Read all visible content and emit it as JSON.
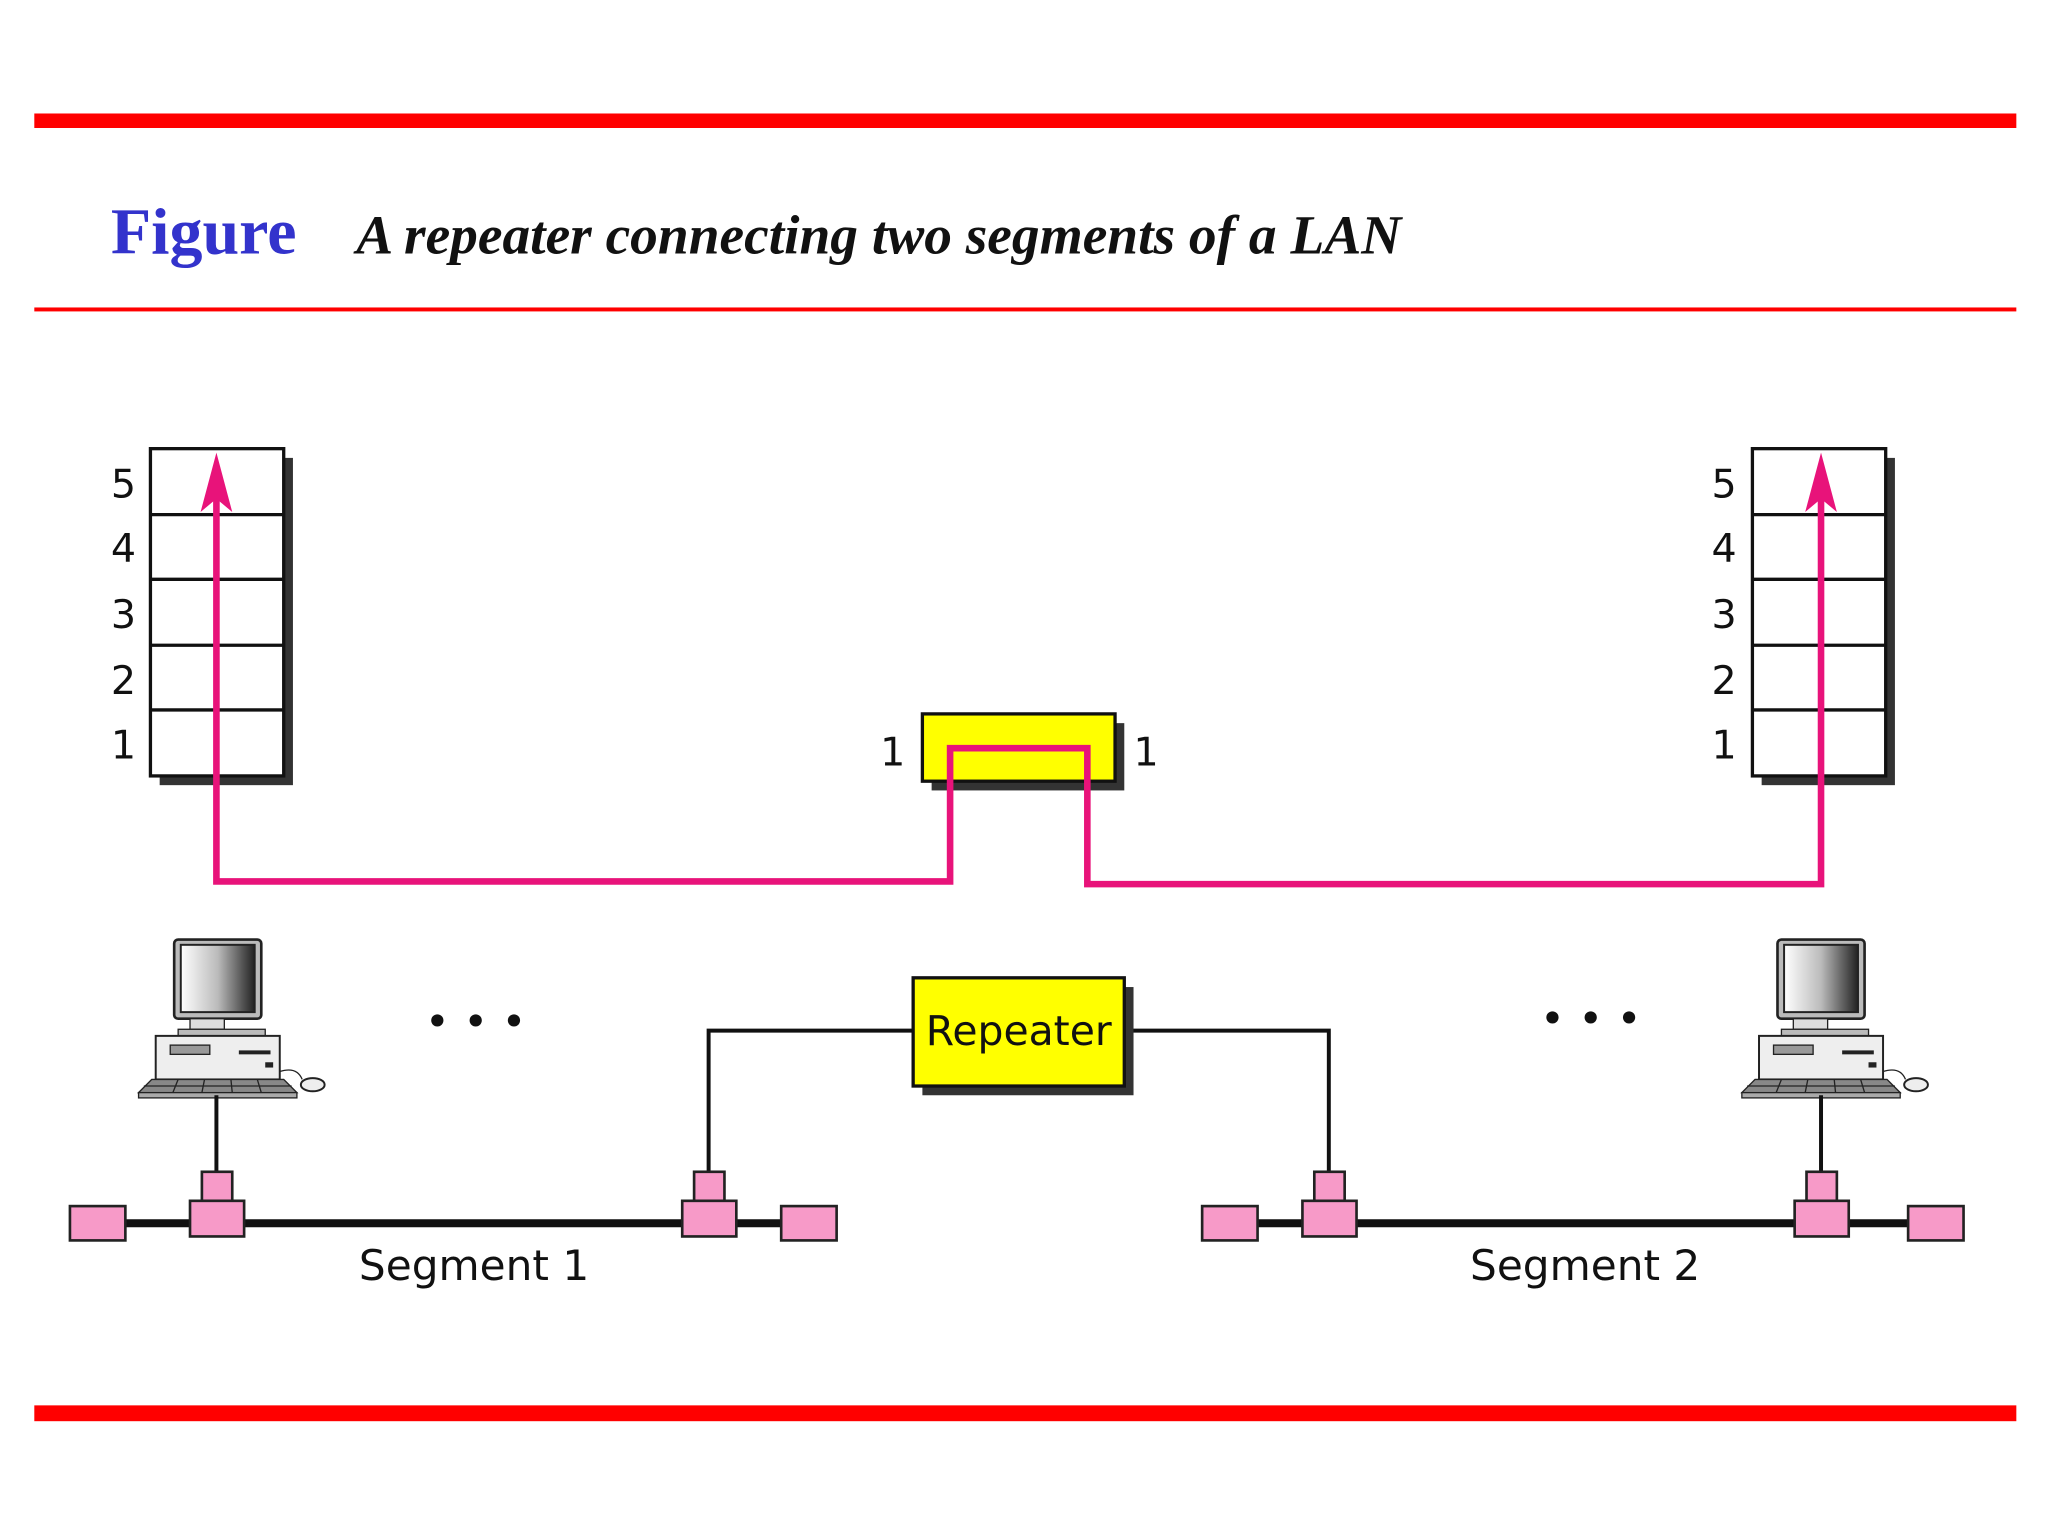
{
  "title": {
    "label": "Figure",
    "caption": "A repeater connecting two segments of a LAN"
  },
  "layers": [
    "5",
    "4",
    "3",
    "2",
    "1"
  ],
  "repeater_layer": {
    "left": "1",
    "right": "1"
  },
  "repeater": {
    "label": "Repeater"
  },
  "ellipsis": "• • •",
  "segments": {
    "one": "Segment 1",
    "two": "Segment 2"
  },
  "colors": {
    "rule": "#ff0000",
    "figure": "#3333cc",
    "path": "#e8137a",
    "repeater": "#ffff00",
    "connector": "#f79ac8"
  }
}
